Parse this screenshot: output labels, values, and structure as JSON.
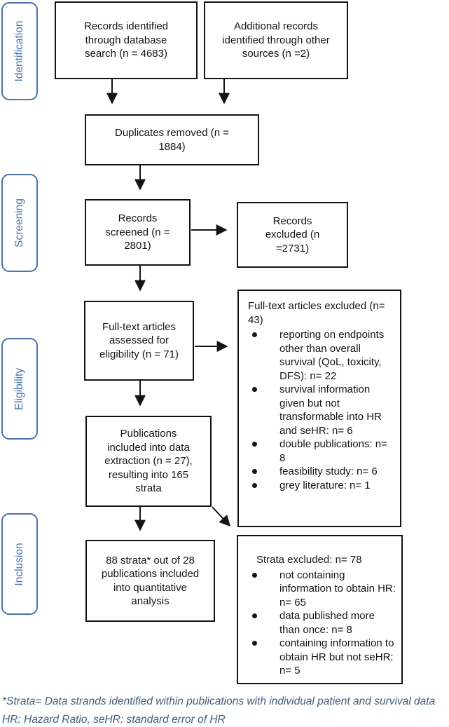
{
  "colors": {
    "accent": "#4472C4",
    "footnote": "#3E5C85",
    "ink": "#141414"
  },
  "stages": [
    {
      "label": "Identification"
    },
    {
      "label": "Screening"
    },
    {
      "label": "Eligibility"
    },
    {
      "label": "Inclusion"
    }
  ],
  "flow": {
    "records_identified": "Records identified through database search (n = 4683)",
    "additional_records": "Additional records identified through other sources (n =2)",
    "duplicates_removed": "Duplicates removed (n = 1884)",
    "records_screened": "Records screened (n = 2801)",
    "records_excluded": "Records excluded (n =2731)",
    "fulltext_assessed": "Full-text articles assessed for eligibility (n = 71)",
    "fulltext_excluded_title": "Full-text articles excluded (n= 43)",
    "fulltext_excluded_bullets": [
      "reporting on endpoints other than overall survival (QoL, toxicity, DFS): n= 22",
      "survival information given but not transformable into HR and seHR: n= 6",
      "double publications: n= 8",
      "feasibility study: n= 6",
      "grey literature: n= 1"
    ],
    "publications_included": "Publications included into data extraction (n = 27), resulting into 165 strata",
    "strata_included": "88 strata* out of 28 publications included into quantitative analysis",
    "strata_excluded_title": "Strata excluded: n= 78",
    "strata_excluded_bullets": [
      "not containing information to obtain HR: n= 65",
      "data published more than once: n= 8",
      "containing information to obtain HR but not seHR: n= 5"
    ]
  },
  "footnotes": {
    "line1": "*Strata= Data strands identified within publications with individual patient and survival data",
    "line2": "HR: Hazard Ratio, seHR: standard error of HR"
  }
}
